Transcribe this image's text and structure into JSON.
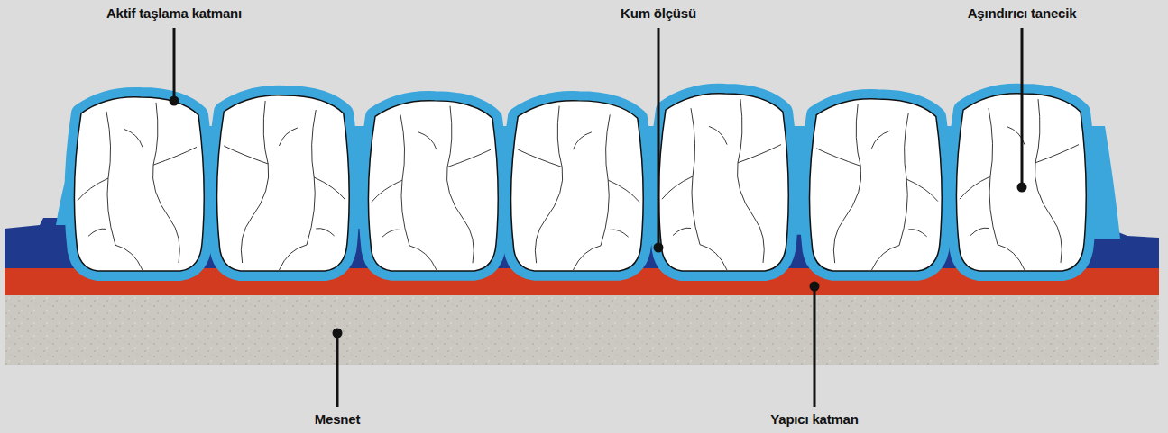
{
  "diagram": {
    "labels": [
      "Aktif taşlama katmanı",
      "Kum ölçüsü",
      "Aşındırıcı tanecik",
      "Mesnet",
      "Yapıcı katman"
    ]
  }
}
